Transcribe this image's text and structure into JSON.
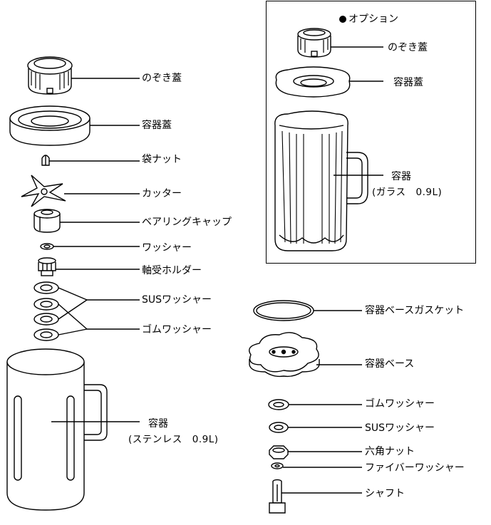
{
  "option_header": "オプション",
  "labels": {
    "peek_cap": "のぞき蓋",
    "container_lid": "容器蓋",
    "cap_nut": "袋ナット",
    "cutter": "カッター",
    "bearing_cap": "ベアリングキャップ",
    "washer": "ワッシャー",
    "bearing_holder": "軸受ホルダー",
    "sus_washer": "SUSワッシャー",
    "rubber_washer": "ゴムワッシャー",
    "container": "容器",
    "container_stainless_sub": "(ステンレス　0.9L)",
    "opt_peek_cap": "のぞき蓋",
    "opt_container_lid": "容器蓋",
    "opt_container": "容器",
    "opt_container_glass_sub": "(ガラス　0.9L)",
    "base_gasket": "容器ベースガスケット",
    "container_base": "容器ベース",
    "base_rubber_washer": "ゴムワッシャー",
    "base_sus_washer": "SUSワッシャー",
    "hex_nut": "六角ナット",
    "fiber_washer": "ファイバーワッシャー",
    "shaft": "シャフト"
  }
}
